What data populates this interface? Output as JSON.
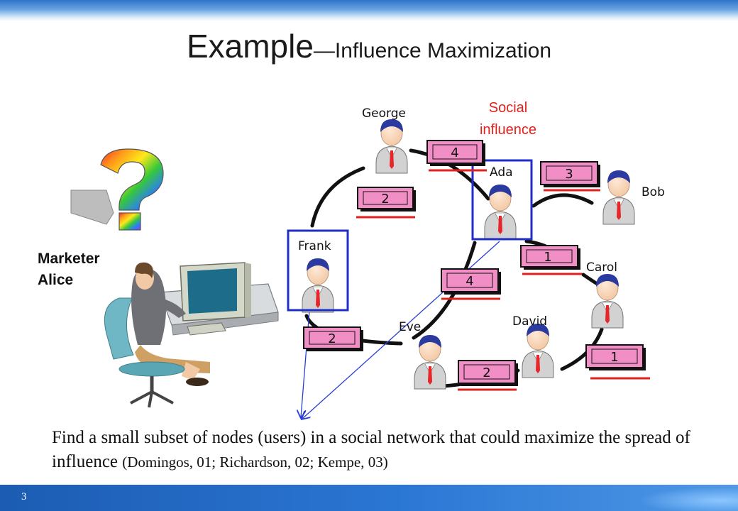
{
  "slide": {
    "title_main": "Example",
    "title_sub": "—Influence Maximization",
    "number": "3"
  },
  "labels": {
    "social_influence_line1": "Social",
    "social_influence_line2": "influence",
    "marketer_line1": "Marketer",
    "marketer_line2": "Alice"
  },
  "nodes": [
    {
      "id": "george",
      "name": "George"
    },
    {
      "id": "ada",
      "name": "Ada"
    },
    {
      "id": "bob",
      "name": "Bob"
    },
    {
      "id": "frank",
      "name": "Frank"
    },
    {
      "id": "carol",
      "name": "Carol"
    },
    {
      "id": "eve",
      "name": "Eve"
    },
    {
      "id": "david",
      "name": "David"
    }
  ],
  "influence_weights": [
    {
      "edge": "george-ada",
      "value": "4"
    },
    {
      "edge": "ada-bob",
      "value": "3"
    },
    {
      "edge": "george-frank",
      "value": "2"
    },
    {
      "edge": "ada-carol",
      "value": "1"
    },
    {
      "edge": "ada-eve",
      "value": "4"
    },
    {
      "edge": "frank-eve",
      "value": "2"
    },
    {
      "edge": "eve-david",
      "value": "2"
    },
    {
      "edge": "david-carol",
      "value": "1"
    }
  ],
  "caption": {
    "text": "Find a small subset of nodes (users) in a social network that could maximize the spread of influence",
    "citation": "(Domingos, 01; Richardson, 02; Kempe, 03)"
  },
  "colors": {
    "title_band": "#2e74c9",
    "selection_box": "#1f2fc6",
    "highlight_red": "#e0211d",
    "weight_box_fill": "#f28ec6"
  }
}
